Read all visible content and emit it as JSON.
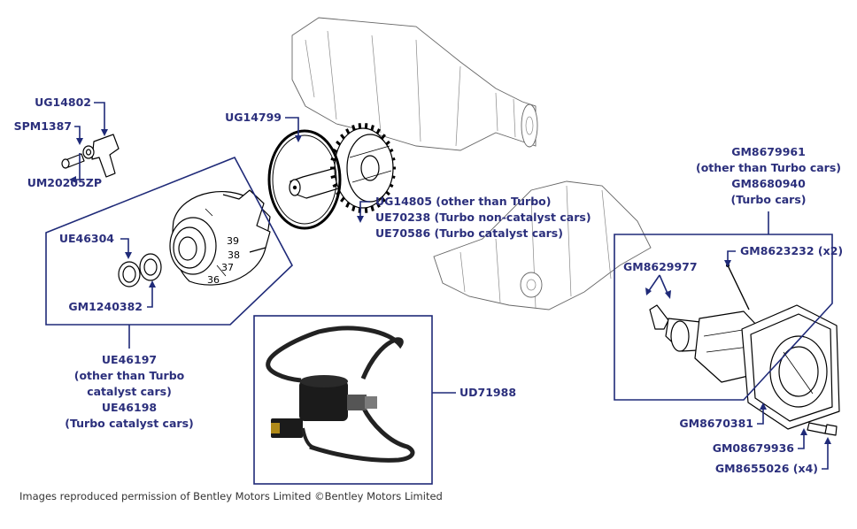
{
  "labels": {
    "ug14802": "UG14802",
    "spm1387": "SPM1387",
    "um20205zp": "UM20205ZP",
    "ug14799": "UG14799",
    "ue46304": "UE46304",
    "gm1240382": "GM1240382",
    "ue46197_group": [
      "UE46197",
      "(other than Turbo",
      "catalyst cars)",
      "UE46198",
      "(Turbo catalyst cars)"
    ],
    "ug14805_group": [
      "UG14805 (other than Turbo)",
      "UE70238 (Turbo non-catalyst cars)",
      "UE70586 (Turbo catalyst cars)"
    ],
    "gm8679961_group": [
      "GM8679961",
      "(other than Turbo cars)",
      "GM8680940",
      "(Turbo cars)"
    ],
    "gm8623232": "GM8623232 (x2)",
    "gm8629977": "GM8629977",
    "ud71988": "UD71988",
    "gm8670381": "GM8670381",
    "gm08679936": "GM08679936",
    "gm8655026": "GM8655026 (x4)"
  },
  "dial_numbers": [
    "39",
    "38",
    "37",
    "36"
  ],
  "footer": "Images reproduced permission of Bentley Motors Limited ©Bentley Motors Limited",
  "colors": {
    "label": "#2b2f7c",
    "leader": "#1f2a78",
    "line_art": "#000000"
  }
}
